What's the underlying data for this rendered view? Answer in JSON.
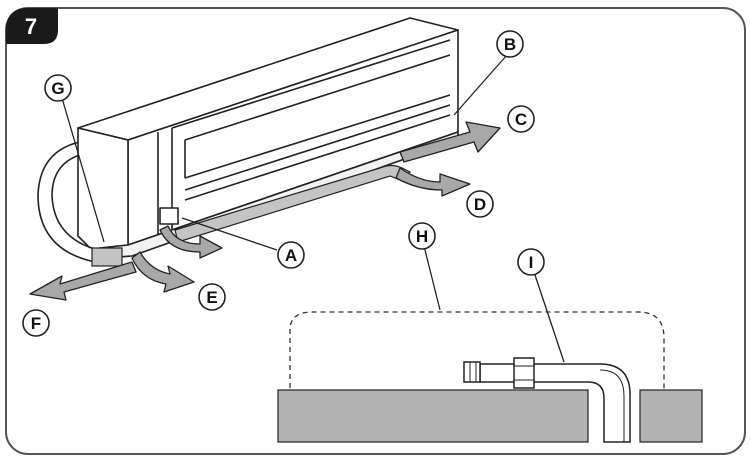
{
  "figure": {
    "number": "7"
  },
  "labels": {
    "A": "A",
    "B": "B",
    "C": "C",
    "D": "D",
    "E": "E",
    "F": "F",
    "G": "G",
    "H": "H",
    "I": "I"
  },
  "colors": {
    "frame": "#555555",
    "badge": "#1a1a1a",
    "line": "#222222",
    "arrow_fill": "#a8a8a8",
    "wall_fill": "#b3b3b3",
    "pipe_fill": "#c4c4c4"
  }
}
